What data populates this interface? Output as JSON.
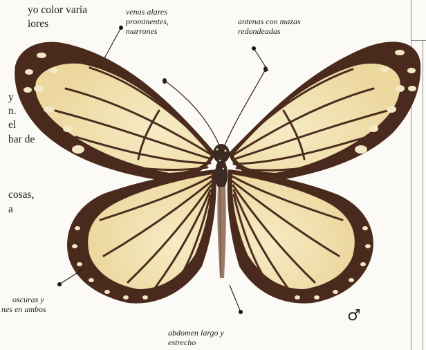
{
  "body_text": [
    "yo color varía",
    "iores",
    "y",
    "n.",
    "el",
    "bar de",
    "cosas,",
    "a"
  ],
  "annotations": {
    "wing_veins": [
      "venas alares",
      "prominentes,",
      "marrones"
    ],
    "antennae": [
      "antenas con mazas",
      "redondeadas"
    ],
    "margins": [
      "oscuras y",
      "nes en ambos"
    ],
    "abdomen": [
      "abdomen largo y",
      "estrecho"
    ]
  },
  "sex_symbol": "♂",
  "colors": {
    "wing_cream": "#f0e0ad",
    "wing_brown": "#4a2a1c",
    "vein": "#4b2c1f",
    "paper": "#fbfaf6"
  }
}
